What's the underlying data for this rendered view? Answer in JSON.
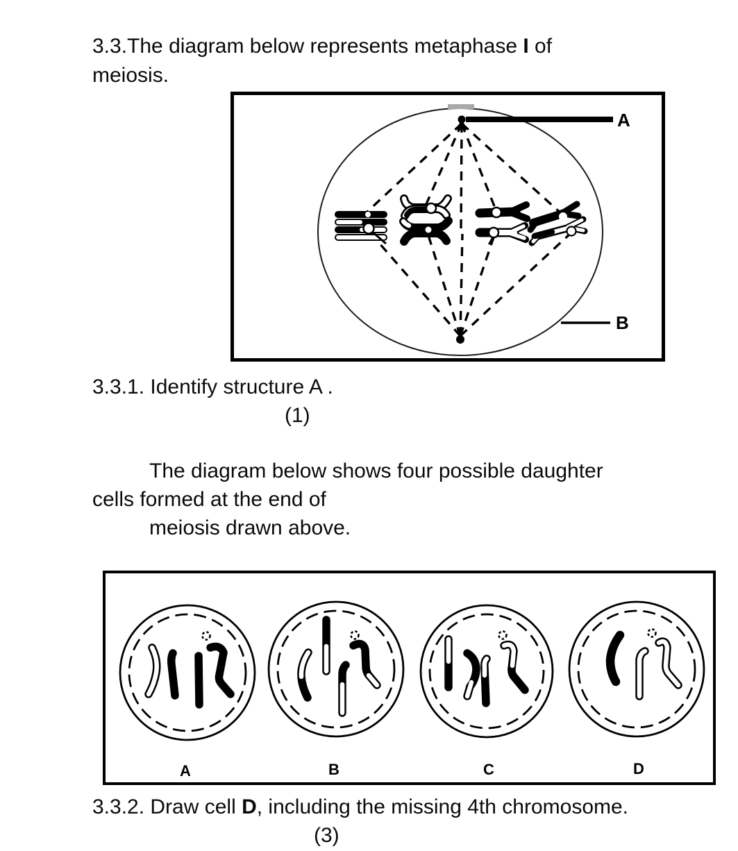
{
  "intro": {
    "line1_prefix": "3.3.The diagram below represents metaphase ",
    "line1_bold": "I",
    "line1_suffix": " of",
    "line2": "meiosis."
  },
  "metaphase_diagram": {
    "label_a": "A",
    "label_b": "B"
  },
  "q331": {
    "text": "3.3.1. Identify structure A .",
    "marks": "(1)"
  },
  "daughter_intro": {
    "line1": "The diagram below shows four possible daughter",
    "line2": "cells formed at the end of",
    "line3": "meiosis drawn above."
  },
  "daughter_diagram": {
    "cells": [
      {
        "label": "A"
      },
      {
        "label": "B"
      },
      {
        "label": "C"
      },
      {
        "label": "D"
      }
    ]
  },
  "q332": {
    "prefix": "3.3.2. Draw cell ",
    "bold": "D",
    "suffix": ", including the missing 4th chromosome.",
    "marks": "(3)"
  }
}
